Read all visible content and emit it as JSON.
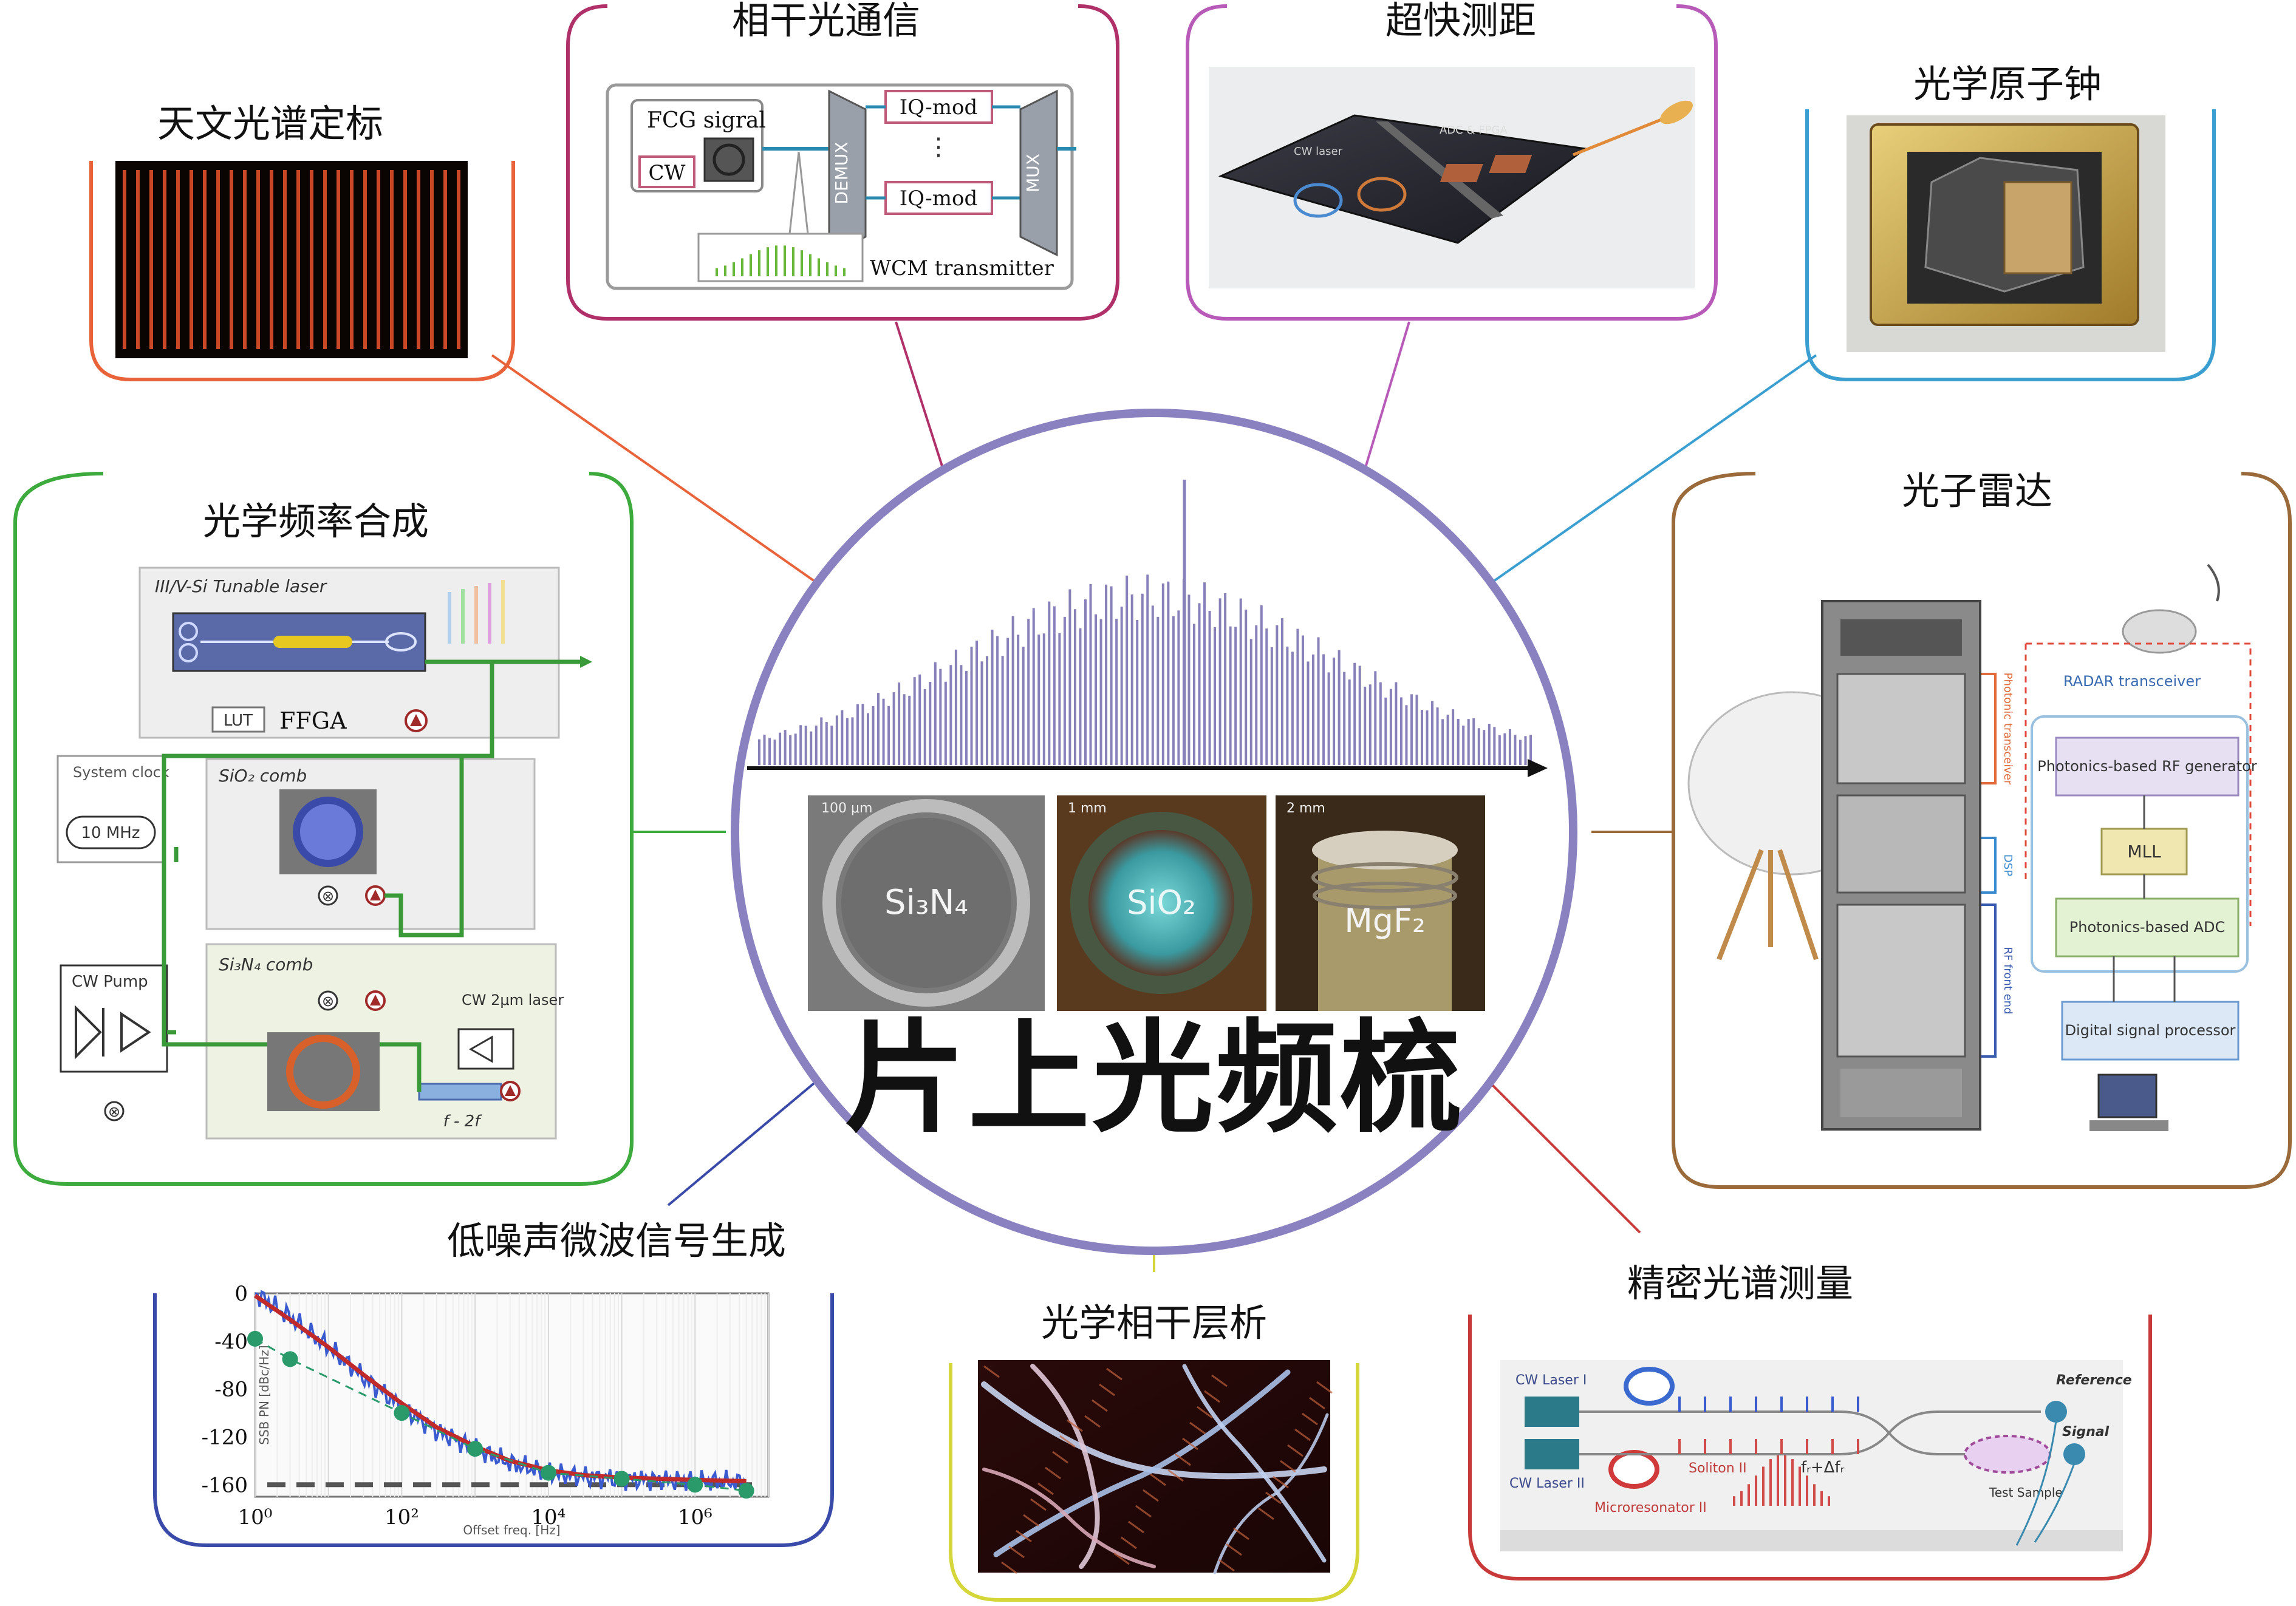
{
  "center": {
    "title": "片上光频梳",
    "materials": [
      {
        "scale": "100 μm",
        "label": "Si₃N₄"
      },
      {
        "scale": "1 mm",
        "label": "SiO₂"
      },
      {
        "scale": "2 mm",
        "label": "MgF₂"
      }
    ]
  },
  "panels": {
    "astro": {
      "title": "天文光谱定标",
      "color": "#e8623a"
    },
    "coherent": {
      "title": "相干光通信",
      "color": "#b0306a",
      "fcg": "FCG sigral",
      "cw": "CW",
      "demux": "DEMUX",
      "mux": "MUX",
      "iqmod_top": "IQ-mod",
      "iqmod_bottom": "IQ-mod",
      "wcm": "WCM transmitter"
    },
    "ranging": {
      "title": "超快测距",
      "color": "#b85ab8",
      "chip_left": "CW laser",
      "chip_right": "ADC & FPGA"
    },
    "clock": {
      "title": "光学原子钟",
      "color": "#3a9ed0"
    },
    "synth": {
      "title": "光学频率合成",
      "color": "#3daa3d",
      "tunable": "III/V-Si Tunable laser",
      "lut": "LUT",
      "ffga": "FFGA",
      "sysclock": "System clock",
      "mhz": "10 MHz",
      "sio2comb": "SiO₂ comb",
      "cwpump": "CW Pump",
      "sinncomb": "Si₃N₄ comb",
      "cw2um": "CW 2μm laser",
      "f2f": "f - 2f"
    },
    "radar": {
      "title": "光子雷达",
      "color": "#9a6a3a",
      "transceiver": "RADAR transceiver",
      "rfgen": "Photonics-based RF generator",
      "mll": "MLL",
      "adc": "Photonics-based ADC",
      "dsp": "Digital signal processor",
      "rack_1": "Photonic transceiver",
      "rack_2": "DSP",
      "rack_3": "RF front end"
    },
    "microwave": {
      "title": "低噪声微波信号生成",
      "color": "#3a4aa8",
      "xlabel": "Offset freq. [Hz]",
      "ylabel": "SSB PN [dBc/Hz]"
    },
    "oct": {
      "title": "光学相干层析",
      "color": "#d4d63a"
    },
    "spectro": {
      "title": "精密光谱测量",
      "color": "#c83a3a",
      "cwlaser1": "CW Laser I",
      "cwlaser2": "CW Laser II",
      "soliton": "Soliton II",
      "formula": "fᵣ+Δfᵣ",
      "micro": "Microresonator II",
      "reference": "Reference",
      "signal": "Signal",
      "test": "Test Sample"
    }
  },
  "chart_data": {
    "type": "line",
    "xscale": "log",
    "xlim": [
      1,
      10000000
    ],
    "ylim": [
      -170,
      0
    ],
    "x_ticks": [
      "10⁰",
      "10²",
      "10⁴",
      "10⁶"
    ],
    "y_ticks": [
      "0",
      "-40",
      "-80",
      "-120",
      "-160"
    ],
    "xlabel": "Offset freq. [Hz]",
    "ylabel": "SSB PN [dBc/Hz]",
    "series": [
      {
        "style": "blue noisy trace",
        "x": [
          1,
          3,
          10,
          30,
          100,
          300,
          1000,
          3000,
          10000,
          30000,
          100000,
          1000000,
          5000000
        ],
        "y": [
          0,
          -20,
          -45,
          -70,
          -95,
          -115,
          -130,
          -142,
          -150,
          -153,
          -155,
          -157,
          -158
        ]
      },
      {
        "style": "red fit",
        "x": [
          1,
          3,
          10,
          30,
          100,
          300,
          1000,
          3000,
          10000,
          30000,
          100000,
          1000000,
          5000000
        ],
        "y": [
          -2,
          -22,
          -45,
          -68,
          -92,
          -112,
          -128,
          -140,
          -148,
          -152,
          -154,
          -156,
          -157
        ]
      },
      {
        "style": "green dots",
        "x": [
          1,
          3,
          100,
          1000,
          10000,
          100000,
          1000000,
          5000000
        ],
        "y": [
          -38,
          -55,
          -100,
          -130,
          -150,
          -155,
          -160,
          -165
        ]
      },
      {
        "style": "dashed floor",
        "x": [
          1,
          10000000
        ],
        "y": [
          -160,
          -160
        ]
      }
    ]
  }
}
